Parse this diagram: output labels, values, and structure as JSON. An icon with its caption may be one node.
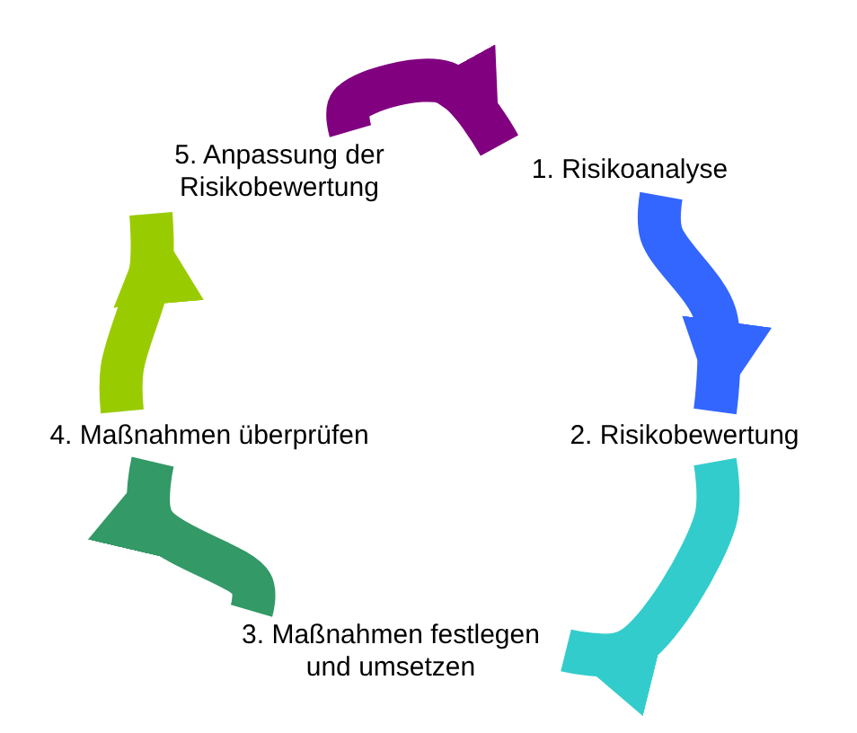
{
  "diagram": {
    "nodes": [
      {
        "text": [
          "1. Risikoanalyse"
        ]
      },
      {
        "text": [
          "2. Risikobewertung"
        ]
      },
      {
        "text": [
          "3. Maßnahmen festlegen und umsetzen"
        ]
      },
      {
        "text": [
          "4. Maßnahmen überprüfen"
        ]
      },
      {
        "text": [
          "5. Anpassung der Risikobewertung"
        ]
      }
    ],
    "edges": [
      {
        "from": 4,
        "to": 0,
        "arrow": "to",
        "color": "#800080"
      },
      {
        "from": 0,
        "to": 1,
        "arrow": "to",
        "color": "#3366ff"
      },
      {
        "from": 1,
        "to": 2,
        "arrow": "to",
        "color": "#33cccc"
      },
      {
        "from": 2,
        "to": 3,
        "arrow": "to",
        "color": "#339966"
      },
      {
        "from": 3,
        "to": 4,
        "arrow": "to",
        "color": "#99cc00"
      }
    ]
  }
}
